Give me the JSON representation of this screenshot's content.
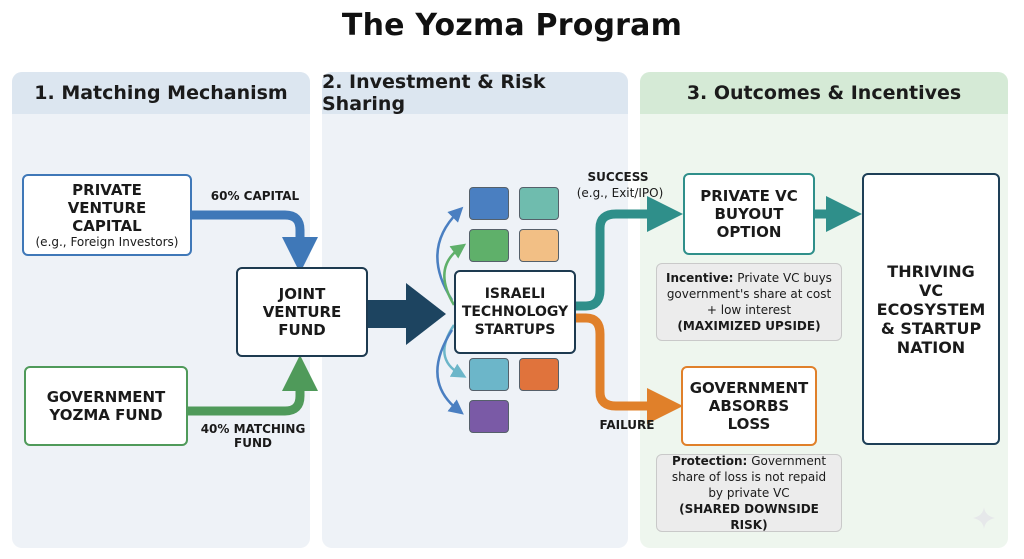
{
  "title": "The Yozma Program",
  "columns": [
    {
      "heading": "1. Matching Mechanism"
    },
    {
      "heading": "2. Investment & Risk Sharing"
    },
    {
      "heading": "3. Outcomes & Incentives"
    }
  ],
  "nodes": {
    "private_vc": {
      "label": "PRIVATE VENTURE CAPITAL",
      "sub": "(e.g., Foreign Investors)"
    },
    "government_fund": {
      "label": "GOVERNMENT YOZMA FUND"
    },
    "joint_fund": {
      "label": "JOINT VENTURE FUND"
    },
    "startups": {
      "label": "ISRAELI TECHNOLOGY STARTUPS"
    },
    "buyout": {
      "label": "PRIVATE VC BUYOUT OPTION"
    },
    "gov_loss": {
      "label": "GOVERNMENT ABSORBS LOSS"
    },
    "ecosystem": {
      "label": "THRIVING VC ECOSYSTEM & STARTUP NATION"
    }
  },
  "edge_labels": {
    "capital_60": "60% CAPITAL",
    "matching_40": "40% MATCHING FUND",
    "success": "SUCCESS",
    "success_sub": "(e.g., Exit/IPO)",
    "failure": "FAILURE"
  },
  "notes": {
    "incentive": {
      "bold": "Incentive:",
      "text": "Private VC buys government's share at cost + low interest",
      "tag": "(MAXIMIZED UPSIDE)"
    },
    "protection": {
      "bold": "Protection:",
      "text": "Government share of loss is not repaid by private VC",
      "tag": "(SHARED DOWNSIDE RISK)"
    }
  },
  "colors": {
    "blue": "#3f78b8",
    "green": "#4f9a5a",
    "navy": "#1d4460",
    "teal": "#2f8f8a",
    "orange": "#e0802a",
    "startup_squares": [
      "#4a7fc1",
      "#6fbcae",
      "#5fb06a",
      "#f2bf85",
      "#6cb6c9",
      "#e0733c",
      "#7a5aa6"
    ]
  }
}
